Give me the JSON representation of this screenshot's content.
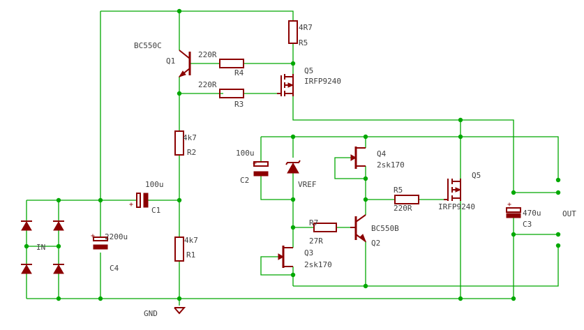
{
  "labels": {
    "q1_name": "BC550C",
    "q1_ref": "Q1",
    "r4_val": "220R",
    "r4_ref": "R4",
    "r3_val": "220R",
    "r3_ref": "R3",
    "r5_top_val": "4R7",
    "r5_top_ref": "R5",
    "q5_top_ref": "Q5",
    "q5_top_part": "IRFP9240",
    "r2_val": "4k7",
    "r2_ref": "R2",
    "r1_val": "4k7",
    "r1_ref": "R1",
    "c1_val": "100u",
    "c1_ref": "C1",
    "c4_val": "2200u",
    "c4_ref": "C4",
    "in": "IN",
    "gnd": "GND",
    "c2_val": "100u",
    "c2_ref": "C2",
    "vref": "VREF",
    "q4_ref": "Q4",
    "q4_part": "2sk170",
    "r5_val": "R5",
    "r5_ref": "220R",
    "q5_ref": "Q5",
    "q5_part": "IRFP9240",
    "r7_ref": "R7",
    "r7_val": "27R",
    "q2_name": "BC550B",
    "q2_ref": "Q2",
    "q3_ref": "Q3",
    "q3_part": "2sk170",
    "c3_val": "470u",
    "c3_ref": "C3",
    "out": "OUT"
  }
}
